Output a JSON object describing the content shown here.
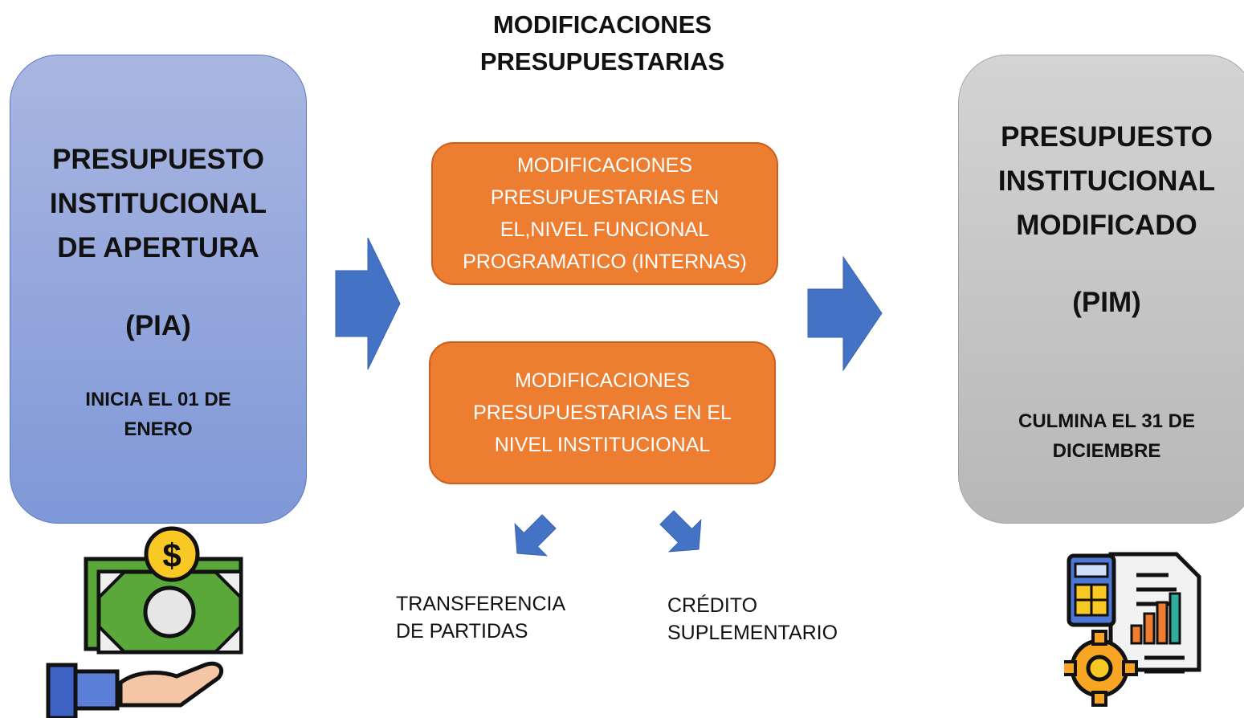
{
  "title": {
    "line1": "MODIFICACIONES",
    "line2": "PRESUPUESTARIAS"
  },
  "left_box": {
    "title_lines": [
      "PRESUPUESTO",
      "INSTITUCIONAL",
      "DE APERTURA"
    ],
    "code": "(PIA)",
    "note_lines": [
      "INICIA EL 01 DE",
      "ENERO"
    ],
    "color": "#8fa5dc"
  },
  "right_box": {
    "title_lines": [
      "PRESUPUESTO",
      "INSTITUCIONAL",
      "MODIFICADO"
    ],
    "code": "(PIM)",
    "note_lines": [
      "CULMINA EL 31 DE",
      "DICIEMBRE"
    ],
    "color": "#c4c4c4"
  },
  "middle": {
    "top_box_lines": [
      "MODIFICACIONES",
      "PRESUPUESTARIAS  EN",
      "EL,NIVEL FUNCIONAL",
      "PROGRAMATICO (INTERNAS)"
    ],
    "bottom_box_lines": [
      "MODIFICACIONES",
      "PRESUPUESTARIAS  EN EL",
      "NIVEL INSTITUCIONAL"
    ],
    "color": "#ed7d31"
  },
  "outcomes": {
    "left_lines": [
      "TRANSFERENCIA",
      "DE PARTIDAS"
    ],
    "right_lines": [
      "CRÉDITO",
      "SUPLEMENTARIO"
    ]
  },
  "arrow_color": "#4472c4",
  "icons": {
    "left": "money-hand-icon",
    "right": "budget-report-icon"
  }
}
